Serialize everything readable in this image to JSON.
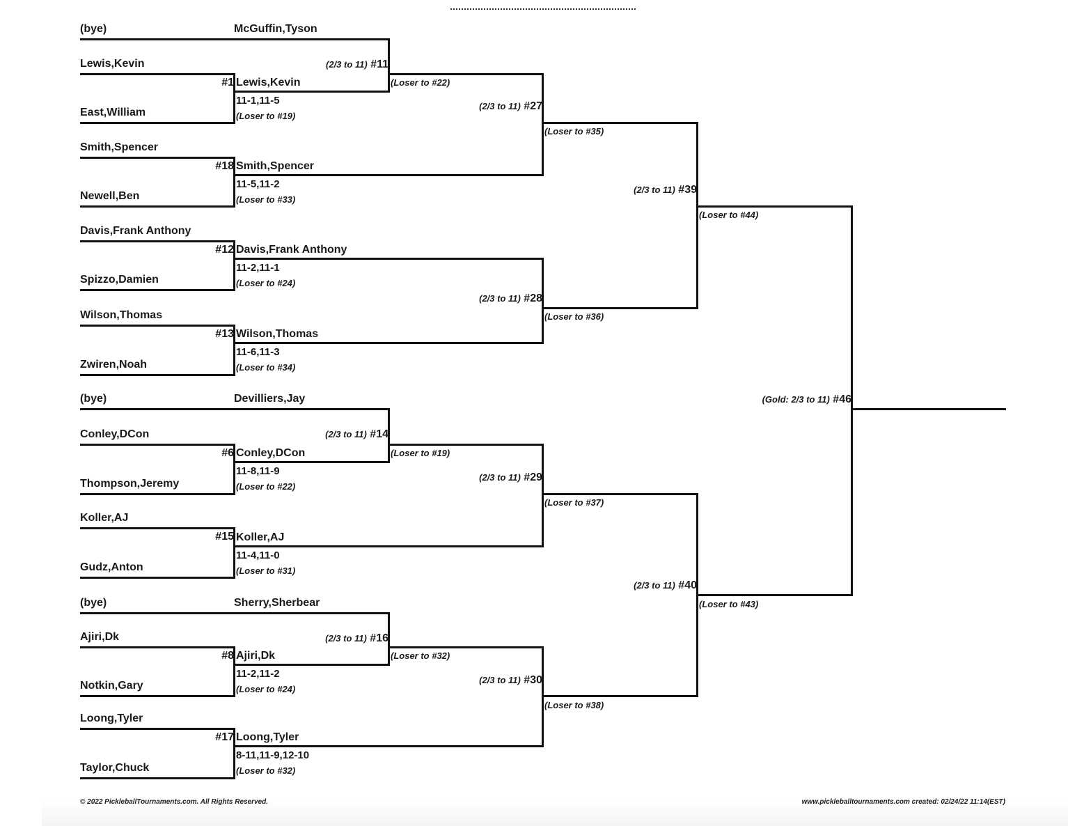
{
  "round1": [
    {
      "match": "#1",
      "top": "Lewis,Kevin",
      "bottom": "East,William",
      "winner": "Lewis,Kevin",
      "score": "11-1,11-5",
      "loser_to": "(Loser to #19)"
    },
    {
      "match": "#18",
      "top": "Smith,Spencer",
      "bottom": "Newell,Ben",
      "winner": "Smith,Spencer",
      "score": "11-5,11-2",
      "loser_to": "(Loser to #33)"
    },
    {
      "match": "#12",
      "top": "Davis,Frank Anthony",
      "bottom": "Spizzo,Damien",
      "winner": "Davis,Frank Anthony",
      "score": "11-2,11-1",
      "loser_to": "(Loser to #24)"
    },
    {
      "match": "#13",
      "top": "Wilson,Thomas",
      "bottom": "Zwiren,Noah",
      "winner": "Wilson,Thomas",
      "score": "11-6,11-3",
      "loser_to": "(Loser to #34)"
    },
    {
      "match": "#6",
      "top": "Conley,DCon",
      "bottom": "Thompson,Jeremy",
      "winner": "Conley,DCon",
      "score": "11-8,11-9",
      "loser_to": "(Loser to #22)"
    },
    {
      "match": "#15",
      "top": "Koller,AJ",
      "bottom": "Gudz,Anton",
      "winner": "Koller,AJ",
      "score": "11-4,11-0",
      "loser_to": "(Loser to #31)"
    },
    {
      "match": "#8",
      "top": "Ajiri,Dk",
      "bottom": "Notkin,Gary",
      "winner": "Ajiri,Dk",
      "score": "11-2,11-2",
      "loser_to": "(Loser to #24)"
    },
    {
      "match": "#17",
      "top": "Loong,Tyler",
      "bottom": "Taylor,Chuck",
      "winner": "Loong,Tyler",
      "score": "8-11,11-9,12-10",
      "loser_to": "(Loser to #32)"
    }
  ],
  "byes": [
    {
      "bye_label": "(bye)",
      "seed": "McGuffin,Tyson"
    },
    {
      "bye_label": "(bye)",
      "seed": "Devilliers,Jay"
    },
    {
      "bye_label": "(bye)",
      "seed": "Sherry,Sherbear"
    }
  ],
  "round2": [
    {
      "match": "#11",
      "format": "(2/3 to 11)",
      "loser_to": "(Loser to #22)"
    },
    {
      "match": "#14",
      "format": "(2/3 to 11)",
      "loser_to": "(Loser to #19)"
    },
    {
      "match": "#16",
      "format": "(2/3 to 11)",
      "loser_to": "(Loser to #32)"
    }
  ],
  "round3": [
    {
      "match": "#27",
      "format": "(2/3 to 11)",
      "loser_to": "(Loser to #35)"
    },
    {
      "match": "#28",
      "format": "(2/3 to 11)",
      "loser_to": "(Loser to #36)"
    },
    {
      "match": "#29",
      "format": "(2/3 to 11)",
      "loser_to": "(Loser to #37)"
    },
    {
      "match": "#30",
      "format": "(2/3 to 11)",
      "loser_to": "(Loser to #38)"
    }
  ],
  "round4": [
    {
      "match": "#39",
      "format": "(2/3 to 11)",
      "loser_to": "(Loser to #44)"
    },
    {
      "match": "#40",
      "format": "(2/3 to 11)",
      "loser_to": "(Loser to #43)"
    }
  ],
  "final": {
    "match": "#46",
    "format": "(Gold: 2/3 to 11)"
  },
  "footer": {
    "copyright": "© 2022 PickleballTournaments.com. All Rights Reserved.",
    "created": "www.pickleballtournaments.com created: 02/24/22 11:14(EST)"
  }
}
